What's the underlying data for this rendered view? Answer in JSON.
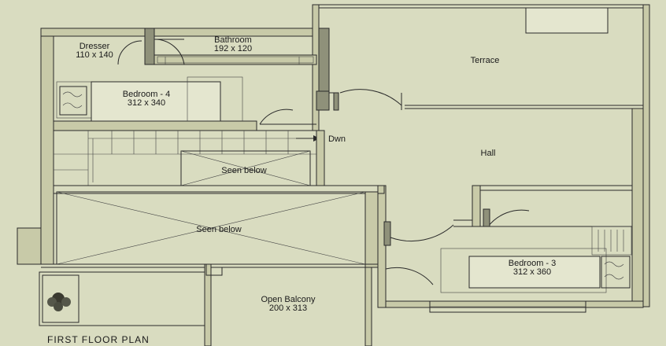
{
  "plan_title": "FIRST FLOOR PLAN",
  "rooms": {
    "dresser": {
      "name": "Dresser",
      "size": "110 x 140"
    },
    "bathroom": {
      "name": "Bathroom",
      "size": "192 x 120"
    },
    "bedroom4": {
      "name": "Bedroom - 4",
      "size": "312 x 340"
    },
    "terrace": {
      "name": "Terrace"
    },
    "hall": {
      "name": "Hall"
    },
    "stairs_dwn": {
      "name": "Dwn"
    },
    "seen_below_stair": {
      "name": "Seen below"
    },
    "seen_below_main": {
      "name": "Seen below"
    },
    "bedroom3": {
      "name": "Bedroom - 3",
      "size": "312 x 360"
    },
    "balcony": {
      "name": "Open Balcony",
      "size": "200 x 313"
    }
  },
  "colors": {
    "background": "#d9dcc0",
    "wall": "#2a2a2a"
  }
}
